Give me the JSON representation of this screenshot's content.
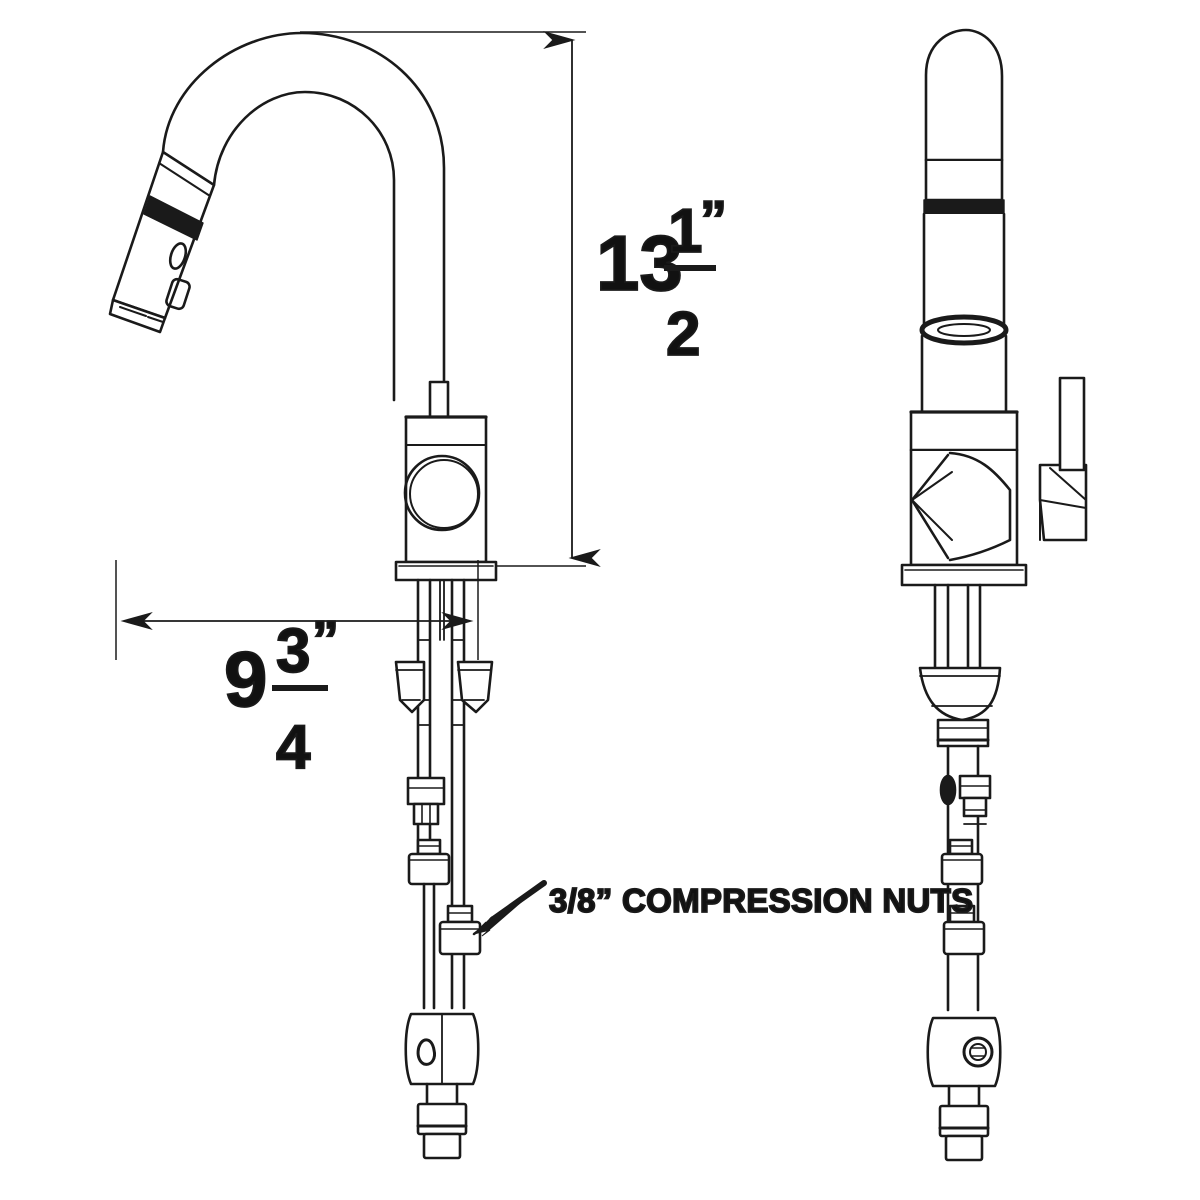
{
  "drawing": {
    "type": "technical-line-drawing",
    "subject": "pull-down kitchen faucet",
    "background_color": "#ffffff",
    "line_color": "#1a1a1a",
    "views": [
      {
        "id": "front-view",
        "name": "Front elevation",
        "position": "left"
      },
      {
        "id": "side-view",
        "name": "Side elevation",
        "position": "right"
      }
    ]
  },
  "dimensions": {
    "height": {
      "name": "overall-height",
      "whole": "13",
      "numerator": "1",
      "denominator": "2",
      "unit": "”",
      "orientation": "vertical",
      "full_text": "13 1/2”"
    },
    "depth": {
      "name": "spout-reach",
      "whole": "9",
      "numerator": "3",
      "denominator": "4",
      "unit": "”",
      "orientation": "horizontal",
      "full_text": "9 3/4”"
    }
  },
  "annotations": [
    {
      "id": "compression-nuts",
      "text": "3/8”  COMPRESSION NUTS",
      "leader": "arrow pointing down-left to supply line nut"
    }
  ]
}
